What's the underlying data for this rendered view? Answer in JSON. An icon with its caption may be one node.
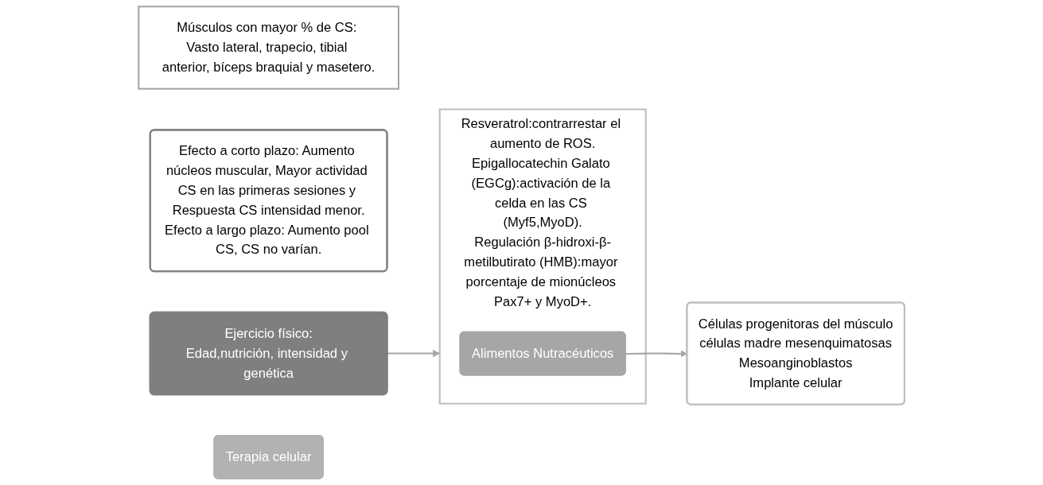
{
  "diagram": {
    "nodes": [
      {
        "text": [
          "Músculos con mayor % de CS: Vasto lateral, trapecio, tibial anterior, bíceps braquial y masetero."
        ]
      },
      {
        "text": [
          "Efecto a corto plazo: Aumento núcleos muscular, Mayor actividad CS en las primeras sesiones y Respuesta CS intensidad menor.",
          "Efecto a largo plazo: Aumento pool CS, CS no varían."
        ]
      },
      {
        "text": [
          "Ejercicio físico:",
          "Edad,nutrición, intensidad y genética"
        ]
      },
      {
        "text": [
          "Resveratrol:contrarrestar el aumento de ROS.",
          "Epigallocatechin Galato (EGCg):activación de la celda en las CS (Myf5,MyoD).",
          "Regulación β-hidroxi-β-metilbutirato (HMB):mayor porcentaje de mionúcleos Pax7+ y MyoD+."
        ]
      },
      {
        "text": [
          "Alimentos Nutracéuticos"
        ],
        "in": 3
      },
      {
        "text": [
          "Células progenitoras del músculo",
          "células madre mesenquimatosas",
          "Mesoanginoblastos",
          "Implante celular"
        ]
      },
      {
        "text": [
          "Terapia celular"
        ]
      }
    ],
    "edges": [
      {
        "from": 2,
        "to": 3,
        "arrow": "to"
      },
      {
        "from": 4,
        "to": 5,
        "arrow": "to"
      }
    ]
  }
}
